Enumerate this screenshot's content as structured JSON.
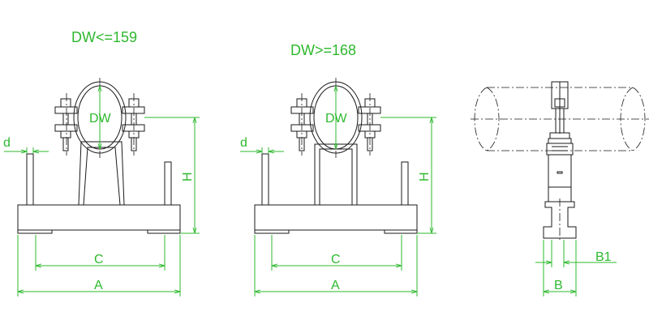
{
  "views": [
    {
      "title": "DW<=159"
    },
    {
      "title": "DW>=168"
    }
  ],
  "labels": {
    "dw": "DW",
    "d": "d",
    "h": "H",
    "c": "C",
    "a": "A",
    "b": "B",
    "b1": "B1"
  },
  "colors": {
    "dimension": "#2eb82e",
    "outline": "#1a1a1a",
    "background": "#ffffff"
  }
}
